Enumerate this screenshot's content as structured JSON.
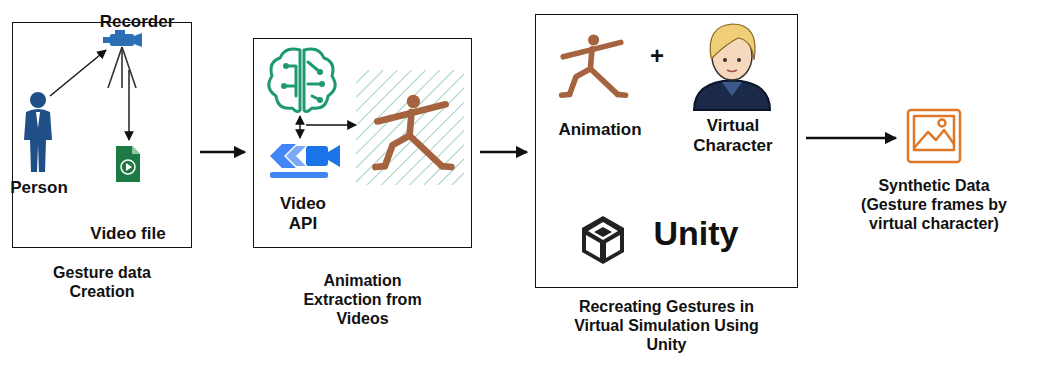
{
  "diagram": {
    "nodes": [
      {
        "text": [
          "Gesture data Creation"
        ]
      },
      {
        "text": [
          "Animation Extraction from Videos"
        ]
      },
      {
        "text": [
          "Recreating Gestures in Virtual Simulation Using Unity"
        ]
      },
      {
        "text": [
          "Synthetic Data (Gesture frames by virtual character)"
        ]
      }
    ],
    "edges": [
      {
        "from": 0,
        "to": 1,
        "arrow": "to"
      },
      {
        "from": 1,
        "to": 2,
        "arrow": "to"
      },
      {
        "from": 2,
        "to": 3,
        "arrow": "to"
      }
    ],
    "labels": [
      "Recorder",
      "Person",
      "Video file",
      "Video API",
      "Animation",
      "+",
      "Virtual Character",
      "Unity"
    ]
  }
}
